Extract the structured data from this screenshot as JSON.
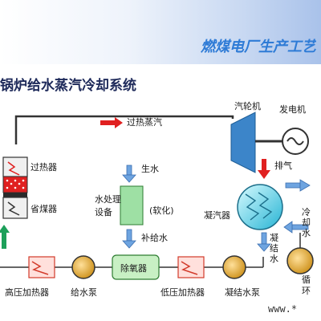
{
  "banner": {
    "title": "燃煤电厂生产工艺"
  },
  "diagram": {
    "title": "锅炉给水蒸汽冷却系统",
    "labels": {
      "superheated_steam": "过热蒸汽",
      "turbine": "汽轮机",
      "generator": "发电机",
      "exhaust": "排气",
      "superheater": "过热器",
      "economizer": "省煤器",
      "raw_water": "生水",
      "water_treatment_line1": "水处理",
      "water_treatment_line2": "设备",
      "softened": "(软化)",
      "makeup_water": "补给水",
      "condenser": "凝汽器",
      "cooling_water_1": "冷",
      "cooling_water_2": "却",
      "cooling_water_3": "水",
      "condensate_1": "凝",
      "condensate_2": "结",
      "condensate_3": "水",
      "deaerator": "除氧器",
      "hp_heater": "高压加热器",
      "feed_pump": "给水泵",
      "lp_heater": "低压加热器",
      "condensate_pump": "凝结水泵",
      "circulating_1": "循",
      "circulating_2": "环",
      "website": "www.*"
    }
  }
}
